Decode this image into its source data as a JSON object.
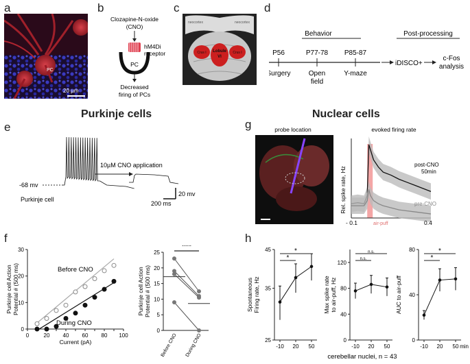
{
  "panels": {
    "a": "a",
    "b": "b",
    "c": "c",
    "d": "d",
    "e": "e",
    "f": "f",
    "g": "g",
    "h": "h"
  },
  "panel_a": {
    "cell_label": "PC",
    "scale_bar": "20 µm"
  },
  "panel_b": {
    "drug": "Clozapine-N-oxide",
    "drug_abbr": "(CNO)",
    "receptor_line1": "hM4Di",
    "receptor_line2": "receptor",
    "cell": "PC",
    "effect_line1": "Decreased",
    "effect_line2": "firing of PCs"
  },
  "panel_c": {
    "left_region": "neocortex",
    "right_region": "neocortex",
    "crus_left": "Crus I",
    "lobule_line1": "Lobule",
    "lobule_line2": "VI",
    "crus_right": "Crus I"
  },
  "panel_d": {
    "behavior_header": "Behavior",
    "post_header": "Post-processing",
    "timepoints": [
      {
        "top": "P56",
        "bottom": "Surgery"
      },
      {
        "top": "P77-78",
        "bottom": "Open\nfield"
      },
      {
        "top": "P85-87",
        "bottom": "Y-maze"
      }
    ],
    "post_steps": [
      "iDISCO+",
      "c-Fos\nanalysis"
    ]
  },
  "panel_e": {
    "section_title": "Purkinje cells",
    "vm_label": "-68 mv",
    "cell_label": "Purkinje cell",
    "application": "10µM CNO application",
    "scale_v": "20 mv",
    "scale_t": "200 ms"
  },
  "panel_g": {
    "section_title": "Nuclear cells",
    "probe_title": "probe location",
    "evoked_title": "evoked firing rate",
    "ylabel": "Rel. spike rate, Hz",
    "post_label_1": "post-CNO",
    "post_label_2": "50min",
    "pre_label": "pre-CNO",
    "x_min": "- 0.1",
    "x_max": "0.4",
    "airpuff": "air-puff"
  },
  "panel_f": {
    "before_label": "Before CNO",
    "during_label": "During CNO",
    "sig": "***"
  },
  "panel_h": {
    "footer": "cerebellar nuclei, n = 43",
    "x_unit": "min"
  },
  "colors": {
    "red_tissue": "#c0282a",
    "blue_nuclei": "#2a2aa8",
    "airpuff": "#f08080",
    "trace_gray": "#999999",
    "lobule_red": "#cc1f1f"
  },
  "chart_data": [
    {
      "type": "scatter",
      "id": "f-left",
      "xlabel": "Current (pA)",
      "ylabel": "Purkinje cell Action\nPotential # (500 ms)",
      "xlim": [
        0,
        100
      ],
      "ylim": [
        0,
        30
      ],
      "xticks": [
        0,
        10,
        20,
        30,
        40,
        50,
        60,
        70,
        80,
        90,
        100
      ],
      "yticks": [
        0,
        10,
        20,
        30
      ],
      "series": [
        {
          "name": "Before CNO",
          "marker": "open",
          "x": [
            10,
            20,
            30,
            40,
            50,
            60,
            70,
            80,
            90
          ],
          "y": [
            2,
            4,
            7,
            9,
            14,
            16,
            19,
            22,
            24
          ]
        },
        {
          "name": "During CNO",
          "marker": "filled",
          "x": [
            10,
            20,
            30,
            40,
            50,
            60,
            70,
            80,
            90
          ],
          "y": [
            0,
            0,
            1,
            4,
            6,
            9,
            12,
            15,
            18
          ]
        }
      ],
      "fits": [
        {
          "series": "Before CNO",
          "x": [
            10,
            90
          ],
          "y": [
            2.3,
            26.5
          ]
        },
        {
          "series": "During CNO",
          "x": [
            10,
            90
          ],
          "y": [
            -0.5,
            17.5
          ]
        }
      ]
    },
    {
      "type": "scatter",
      "id": "f-right",
      "ylabel": "Purkinje cell Action\nPotential # (500 ms)",
      "categories": [
        "Before CNO",
        "During CNO"
      ],
      "ylim": [
        0,
        25
      ],
      "yticks": [
        0,
        5,
        10,
        15,
        20,
        25
      ],
      "pairs": [
        [
          23,
          12.5
        ],
        [
          19,
          11
        ],
        [
          18,
          10.5
        ],
        [
          9,
          0
        ]
      ],
      "means": [
        17.2,
        8.6
      ]
    },
    {
      "type": "line",
      "id": "g-evoked",
      "xlim": [
        -0.1,
        0.4
      ],
      "series": [
        {
          "name": "post-CNO",
          "x": [
            -0.1,
            -0.06,
            -0.02,
            0.0,
            0.01,
            0.02,
            0.04,
            0.07,
            0.1,
            0.15,
            0.2,
            0.25,
            0.3,
            0.35,
            0.4
          ],
          "y": [
            0.02,
            0.03,
            0.02,
            0.1,
            0.6,
            0.55,
            0.45,
            0.38,
            0.33,
            0.3,
            0.26,
            0.23,
            0.2,
            0.17,
            0.14
          ]
        },
        {
          "name": "pre-CNO",
          "x": [
            -0.1,
            -0.06,
            -0.02,
            0.0,
            0.01,
            0.02,
            0.04,
            0.07,
            0.1,
            0.15,
            0.2,
            0.25,
            0.3,
            0.35,
            0.4
          ],
          "y": [
            0.0,
            0.0,
            0.0,
            0.05,
            0.16,
            0.1,
            0.05,
            0.02,
            0.0,
            -0.02,
            -0.04,
            -0.05,
            -0.06,
            -0.07,
            -0.08
          ]
        }
      ]
    },
    {
      "type": "line",
      "id": "h-1",
      "ylabel": "Spontaneous\nFiring rate, Hz",
      "categories": [
        "-10",
        "20",
        "50"
      ],
      "yscale": "log",
      "ylim": [
        25,
        45
      ],
      "yticks": [
        25,
        35,
        45
      ],
      "values": [
        32,
        37.5,
        40.3
      ],
      "errors": [
        3.5,
        3.5,
        3.5
      ],
      "sig": [
        {
          "from": 0,
          "to": 1,
          "label": "*"
        },
        {
          "from": 0,
          "to": 2,
          "label": "*"
        }
      ]
    },
    {
      "type": "line",
      "id": "h-2",
      "ylabel": "Max spike rate\nto air-puff, Hz",
      "categories": [
        "-10",
        "20",
        "50"
      ],
      "ylim": [
        0,
        140
      ],
      "yticks": [
        0,
        40,
        80,
        120
      ],
      "values": [
        76,
        86,
        82
      ],
      "errors": [
        12,
        14,
        14
      ],
      "sig": [
        {
          "from": 0,
          "to": 1,
          "label": "n.s."
        },
        {
          "from": 0,
          "to": 2,
          "label": "n.s."
        }
      ]
    },
    {
      "type": "line",
      "id": "h-3",
      "ylabel": "AUC to air-puff",
      "categories": [
        "-10",
        "20",
        "50"
      ],
      "ylim": [
        0,
        80
      ],
      "yticks": [
        0,
        40,
        80
      ],
      "values": [
        22,
        53,
        54
      ],
      "errors": [
        4,
        10,
        10
      ],
      "sig": [
        {
          "from": 0,
          "to": 1,
          "label": "*"
        },
        {
          "from": 0,
          "to": 2,
          "label": "*"
        }
      ]
    }
  ]
}
